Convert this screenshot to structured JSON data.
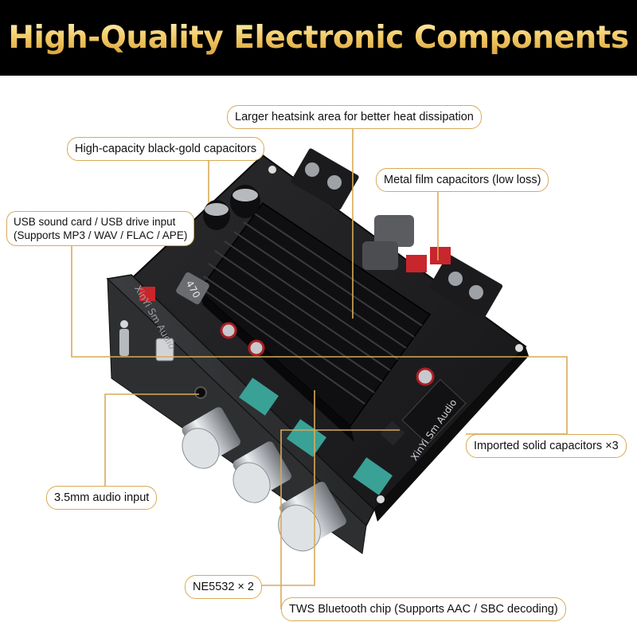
{
  "header": {
    "title": "High-Quality Electronic Components"
  },
  "pcb": {
    "silkscreen_side": "XinYi Sm Audio",
    "silkscreen_bottom": "XinYi Sm Audio",
    "inductor_mark": "470"
  },
  "callouts": {
    "heatsink": "Larger heatsink area for better heat dissipation",
    "capacitors_black_gold": "High-capacity black-gold capacitors",
    "metal_film": "Metal film capacitors (low loss)",
    "usb_line1": "USB sound card / USB drive input",
    "usb_line2": "(Supports MP3 / WAV / FLAC / APE)",
    "solid_caps": "Imported solid capacitors ×3",
    "audio_input": "3.5mm audio input",
    "opamp": "NE5532 × 2",
    "bluetooth": "TWS Bluetooth chip (Supports AAC / SBC decoding)"
  },
  "colors": {
    "accent": "#d8ab57",
    "pcb": "#1c1c1e",
    "heatsink": "#121214",
    "knob": "#c9ccd0"
  }
}
